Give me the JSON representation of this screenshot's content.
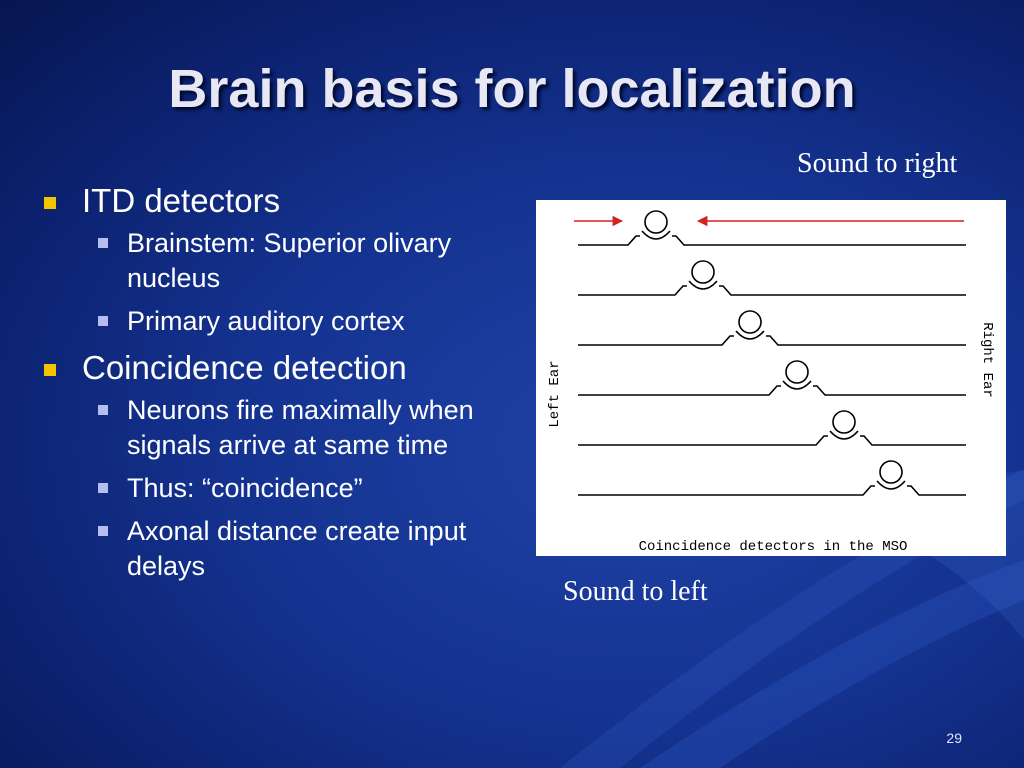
{
  "slide": {
    "title": "Brain basis for localization",
    "page_number": "29",
    "bullets": [
      {
        "text": "ITD detectors",
        "children": [
          "Brainstem: Superior olivary nucleus",
          "Primary auditory cortex"
        ]
      },
      {
        "text": "Coincidence detection",
        "children": [
          "Neurons fire maximally when signals arrive at same time",
          "Thus: “coincidence”",
          "Axonal distance create input delays"
        ]
      }
    ],
    "labels": {
      "sound_right": "Sound to right",
      "sound_left": "Sound to left"
    }
  },
  "figure": {
    "left_label": "Left Ear",
    "right_label": "Right Ear",
    "caption": "Coincidence detectors in the MSO",
    "neuron_count": 6,
    "arrow_color": "#d42020"
  },
  "colors": {
    "bullet_l1": "#f5c400",
    "bullet_l2": "#b6bef0",
    "title": "#e8e8f4"
  }
}
